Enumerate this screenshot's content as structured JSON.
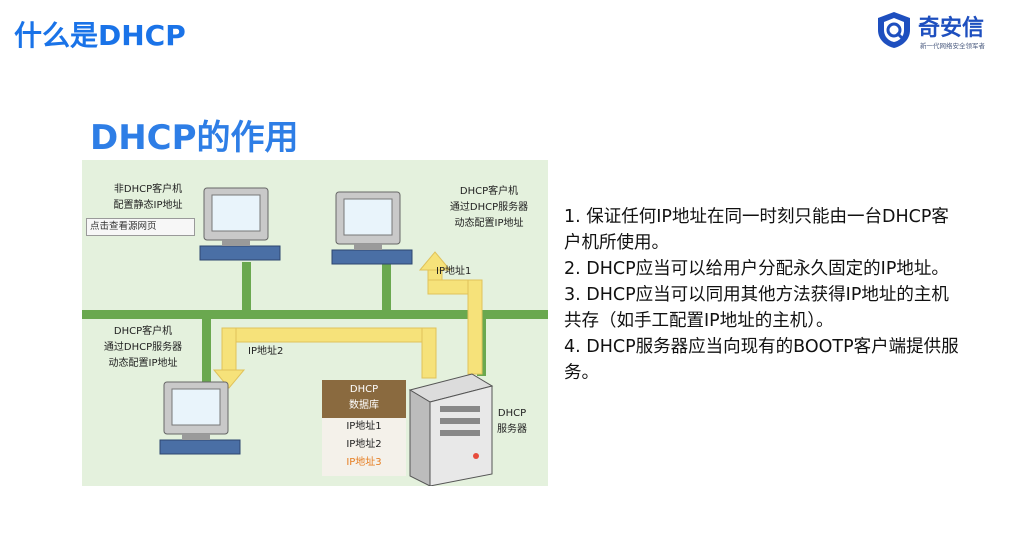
{
  "header": {
    "title": "什么是DHCP"
  },
  "logo": {
    "brand": "奇安信",
    "tagline": "新一代网络安全领军者",
    "colors": {
      "brand": "#1e4fbf",
      "title": "#1a73e8"
    }
  },
  "section": {
    "title": "DHCP的作用"
  },
  "diagram": {
    "client_static": [
      "非DHCP客户机",
      "配置静态IP地址"
    ],
    "popup": "点击查看源网页",
    "client_dhcp_top": [
      "DHCP客户机",
      "通过DHCP服务器",
      "动态配置IP地址"
    ],
    "client_dhcp_left": [
      "DHCP客户机",
      "通过DHCP服务器",
      "动态配置IP地址"
    ],
    "ip1_label": "IP地址1",
    "ip2_label": "IP地址2",
    "db_header": [
      "DHCP",
      "数据库"
    ],
    "db_entries": [
      "IP地址1",
      "IP地址2",
      "IP地址3"
    ],
    "server_label": [
      "DHCP",
      "服务器"
    ],
    "colors": {
      "network": "#6aa84f",
      "arrow": "#f6e27a",
      "background": "#e4f1dd"
    }
  },
  "points": [
    "1. 保证任何IP地址在同一时刻只能由一台DHCP客户机所使用。",
    "2. DHCP应当可以给用户分配永久固定的IP地址。",
    "3. DHCP应当可以同用其他方法获得IP地址的主机共存（如手工配置IP地址的主机）。",
    "4. DHCP服务器应当向现有的BOOTP客户端提供服务。"
  ]
}
